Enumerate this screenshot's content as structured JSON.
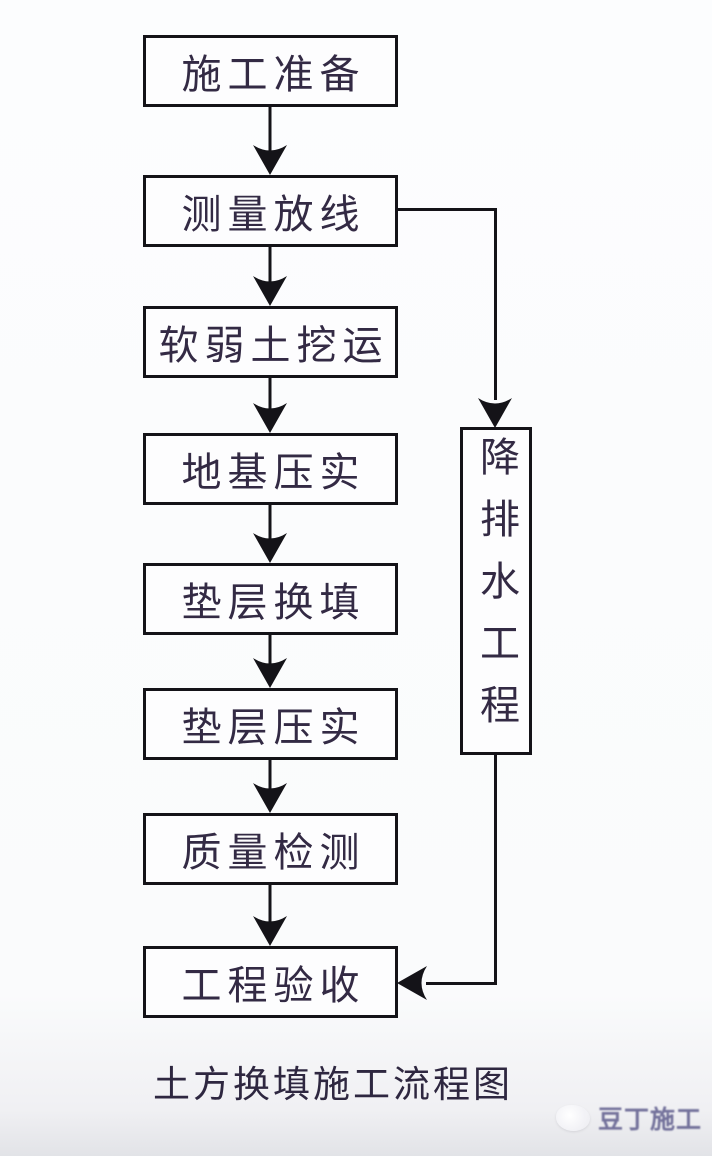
{
  "flow": {
    "steps": [
      {
        "label": "施工准备"
      },
      {
        "label": "测量放线"
      },
      {
        "label": "软弱土挖运"
      },
      {
        "label": "地基压实"
      },
      {
        "label": "垫层换填"
      },
      {
        "label": "垫层压实"
      },
      {
        "label": "质量检测"
      },
      {
        "label": "工程验收"
      }
    ],
    "side_branch": {
      "label": "降排水工程"
    },
    "caption": "土方换填施工流程图"
  },
  "watermark": {
    "text": "豆丁施工"
  },
  "colors": {
    "line": "#141318",
    "text": "#332a44",
    "box_background": "#fdfdfe",
    "page_background": "#fbfcfd",
    "watermark_text": "#5e5c8c"
  }
}
